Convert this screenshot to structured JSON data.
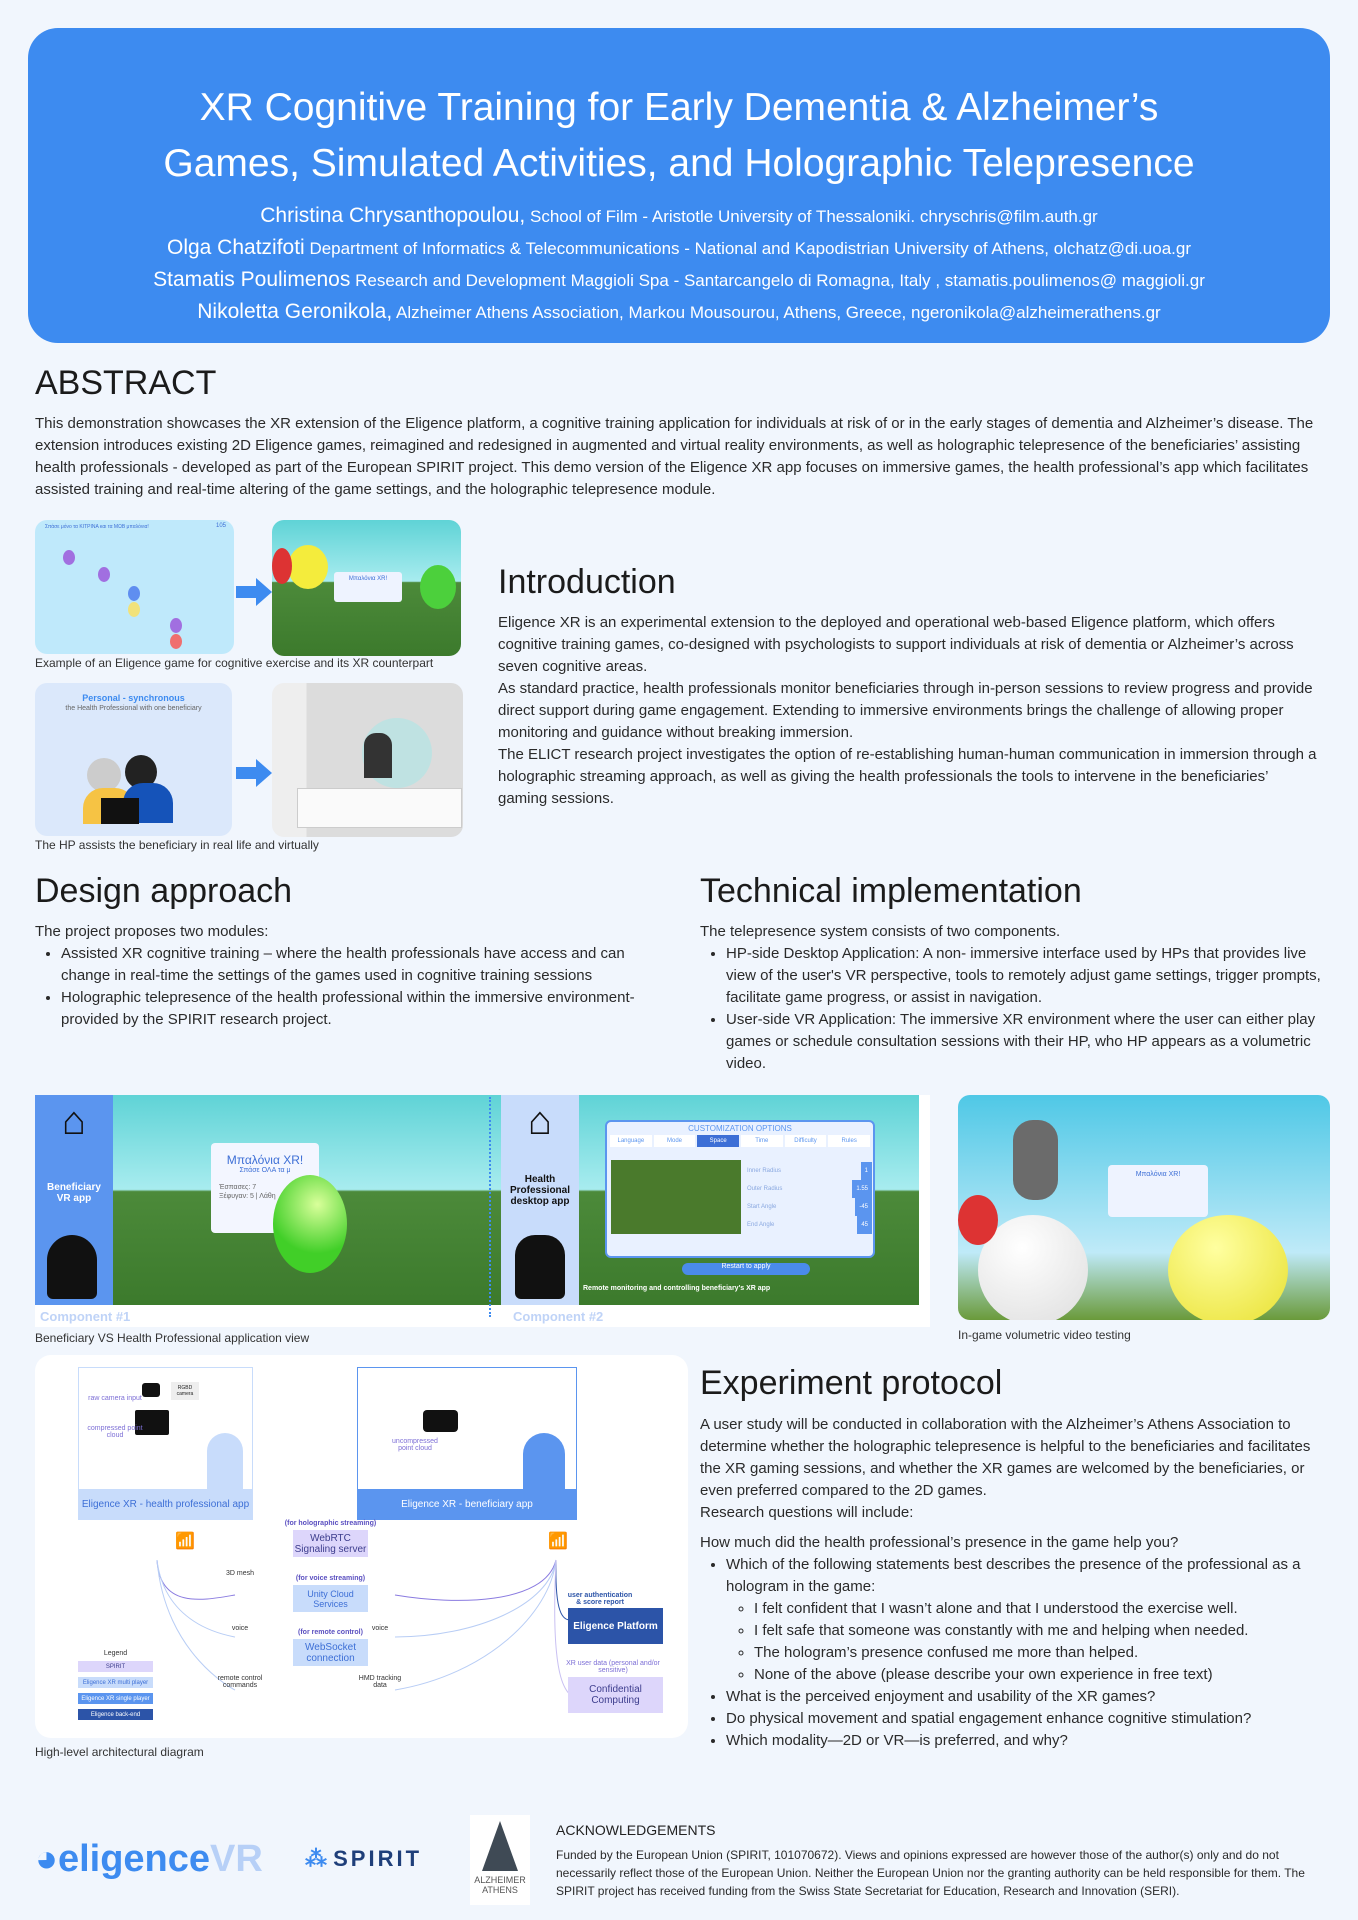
{
  "header": {
    "title_line1": "XR Cognitive Training for Early Dementia & Alzheimer’s",
    "title_line2": "Games, Simulated Activities, and Holographic Telepresence",
    "authors": [
      {
        "name": "Christina Chrysanthopoulou,",
        "affiliation": "School of Film - Aristotle University of Thessaloniki. chryschris@film.auth.gr"
      },
      {
        "name": "Olga Chatzifoti",
        "affiliation": "Department of Informatics & Telecommunications - National and Kapodistrian University of Athens, olchatz@di.uoa.gr"
      },
      {
        "name": "Stamatis Poulimenos",
        "affiliation": "Research and Development Maggioli Spa - Santarcangelo di Romagna, Italy , stamatis.poulimenos@ maggioli.gr"
      },
      {
        "name": "Nikoletta Geronikola,",
        "affiliation": "Alzheimer Athens Association, Markou Mousourou, Athens, Greece, ngeronikola@alzheimerathens.gr"
      }
    ]
  },
  "abstract": {
    "heading": "ABSTRACT",
    "text": "This demonstration showcases the XR extension of the Eligence platform, a cognitive training application for individuals at risk of or in the early stages of dementia and Alzheimer’s disease. The extension introduces existing 2D Eligence games, reimagined and redesigned in augmented and virtual reality environments, as well as holographic telepresence of the beneficiaries’ assisting health professionals - developed as part of the European SPIRIT project. This demo version of the Eligence XR app focuses on immersive games, the health professional’s app which facilitates assisted training and real-time altering of the game settings, and the holographic telepresence module."
  },
  "figures": {
    "game_caption": "Example of an Eligence game for cognitive exercise and its XR counterpart",
    "game_prompt": "Σπάσε μόνο τα ΚΙΤΡΙΝΑ και τα ΜΩΒ μπαλόνια!",
    "game_timer": "105",
    "xr_panel_title": "Μπαλόνια XR!",
    "hp_caption": "The HP assists the beneficiary in real life and virtually",
    "hp_card_title": "Personal - synchronous",
    "hp_card_sub": "the Health Professional with one beneficiary"
  },
  "introduction": {
    "heading": "Introduction",
    "paragraphs": [
      "Eligence XR is an experimental extension to the deployed and operational web-based Eligence platform, which offers cognitive training games, co-designed with psychologists to support individuals at risk of dementia or Alzheimer’s across seven cognitive areas.",
      "As standard practice, health professionals monitor beneficiaries through in-person sessions to review progress and provide direct support during game engagement. Extending to immersive environments brings the challenge of allowing proper monitoring and guidance without breaking immersion.",
      "The ELICT research project investigates the option of re-establishing human-human communication in immersion through a holographic streaming approach, as well as giving the health professionals the tools to intervene in the beneficiaries’ gaming sessions."
    ]
  },
  "design": {
    "heading": "Design approach",
    "intro": "The project proposes two modules:",
    "items": [
      "Assisted XR cognitive training – where the health professionals have access and can change in real-time the settings of the games used in cognitive training sessions",
      "Holographic telepresence of the health professional within the immersive environment- provided by the SPIRIT research project."
    ]
  },
  "technical": {
    "heading": "Technical implementation",
    "intro": "The telepresence system consists of two components.",
    "items": [
      "HP-side Desktop Application: A non- immersive interface used by HPs that provides live view of the user's VR perspective, tools to remotely adjust game settings, trigger prompts, facilitate game progress, or assist in navigation.",
      "User-side VR Application: The immersive XR environment where the user can either play games or schedule consultation sessions with their HP, who HP appears as a volumetric video."
    ]
  },
  "components": {
    "c1_side": "Beneficiary VR app",
    "c1_label": "Component #1",
    "c1_panel_title": "Μπαλόνια XR!",
    "c1_panel_sub": "Σπάσε ΟΛΑ τα μ",
    "c1_stat1": "Έσπασες:   7",
    "c1_stat2": "Ξέφυγαν:  5 |  Λάθη",
    "c2_side": "Health Professional desktop app",
    "c2_label": "Component #2",
    "options_title": "CUSTOMIZATION OPTIONS",
    "tabs": [
      "Language",
      "Mode",
      "Space",
      "Time",
      "Difficulty",
      "Rules"
    ],
    "params": [
      {
        "label": "Inner Radius",
        "value": "1"
      },
      {
        "label": "Outer Radius",
        "value": "1.55"
      },
      {
        "label": "Start Angle",
        "value": "-45"
      },
      {
        "label": "End Angle",
        "value": "45"
      }
    ],
    "restart": "Restart to apply",
    "monitor_text": "Remote monitoring and controlling beneficiary's XR app",
    "caption": "Beneficiary VS Health Professional application view",
    "volumetric_caption": "In-game volumetric video testing"
  },
  "diagram": {
    "caption": "High-level architectural diagram",
    "hp_app": "Eligence XR - health professional app",
    "ben_app": "Eligence XR - beneficiary app",
    "rgbd": "RGBD camera",
    "raw": "raw camera input",
    "compressed": "compressed point cloud",
    "uncompressed": "uncompressed point cloud",
    "webrtc_note": "(for holographic streaming)",
    "webrtc": "WebRTC Signaling server",
    "mesh": "3D mesh",
    "unity_note": "(for voice streaming)",
    "unity": "Unity Cloud Services",
    "voice": "voice",
    "ws_note": "(for remote control)",
    "ws": "WebSocket connection",
    "remote": "remote control commands",
    "hmd": "HMD tracking data",
    "auth_note": "user authentication & score report",
    "platform": "Eligence Platform",
    "xr_data": "XR user data (personal and/or sensitive)",
    "confidential": "Confidential Computing",
    "legend_title": "Legend",
    "legend": [
      "SPIRIT",
      "Eligence XR multi player",
      "Eligence XR single player",
      "Eligence back-end"
    ]
  },
  "experiment": {
    "heading": "Experiment protocol",
    "intro": "A user study will be conducted in collaboration with the Alzheimer’s Athens Association to determine whether the holographic telepresence is helpful to the beneficiaries and facilitates the XR gaming sessions, and whether the XR games are welcomed by the beneficiaries, or even preferred compared to the 2D games.",
    "rq": "Research questions will include:",
    "question": "How much did the health professional’s presence in the game help you?",
    "q1": "Which of the following statements best describes the presence of the professional as a hologram in the game:",
    "options": [
      "I felt confident that I wasn’t alone and that I understood the exercise well.",
      "I felt safe that someone was constantly with me and helping when needed.",
      "The hologram’s presence confused me more than helped.",
      "None of the above (please describe your own experience in free text)"
    ],
    "more": [
      "What is the perceived enjoyment and usability of the XR games?",
      "Do physical movement and spatial engagement enhance cognitive stimulation?",
      "Which modality—2D or VR—is preferred, and why?"
    ]
  },
  "footer": {
    "logo1": "eligenceVR",
    "logo1a": "eligence",
    "logo1b": "VR",
    "logo2": "SPIRIT",
    "logo3a": "ALZHEIMER",
    "logo3b": "ATHENS",
    "ack_heading": "ACKNOWLEDGEMENTS",
    "ack": "Funded by the European Union (SPIRIT, 101070672). Views and opinions expressed are however those of the author(s) only and do not necessarily reflect those of the European Union. Neither the European Union nor the granting authority can be held responsible for them. The SPIRIT project has received funding from the Swiss State Secretariat for Education, Research and Innovation (SERI)."
  },
  "colors": {
    "accent": "#3d8bf0",
    "background": "#f1f6fd"
  }
}
